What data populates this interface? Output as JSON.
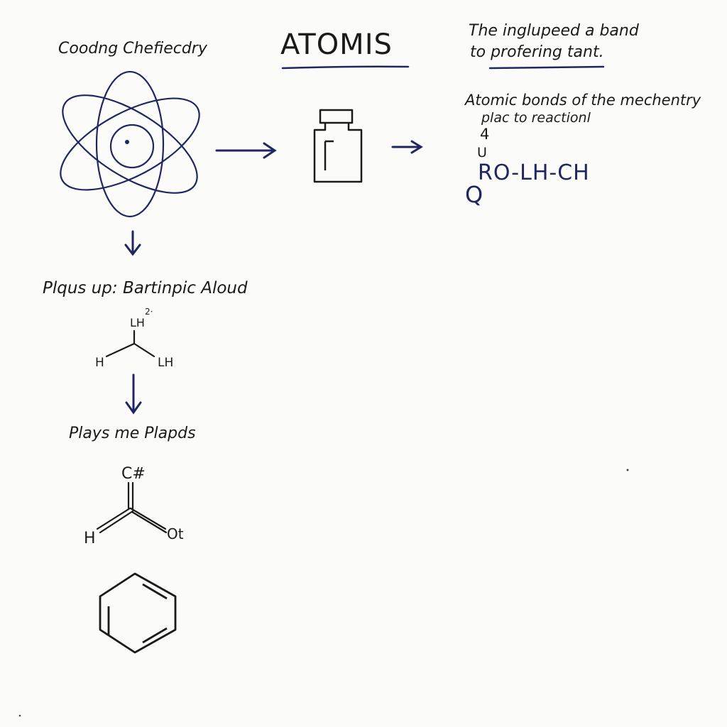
{
  "header": {
    "left_title": "Coodng Chefiecdry",
    "main_title": "ATOMIS"
  },
  "note": {
    "line1": "The inglupeed a band",
    "line2": "to profering tant."
  },
  "bonds": {
    "line1": "Atomic bonds of the mechentry",
    "line2": "plac to reactionl",
    "label_4": "4",
    "label_u": "U",
    "formula": "RO-LH-CH",
    "label_q": "Q"
  },
  "steps": {
    "step1_label": "Plqus up: Bartinpic Aloud",
    "molecule1": {
      "top": "LH",
      "superscript": "2·",
      "left": "H",
      "right": "LH"
    },
    "step2_label": "Plays me Plapds",
    "molecule2": {
      "top": "C#",
      "left": "H",
      "right": "Ot"
    }
  },
  "colors": {
    "ink_navy": "#1f2660",
    "ink_black": "#1a1a1a",
    "paper": "#fbfbf9"
  }
}
